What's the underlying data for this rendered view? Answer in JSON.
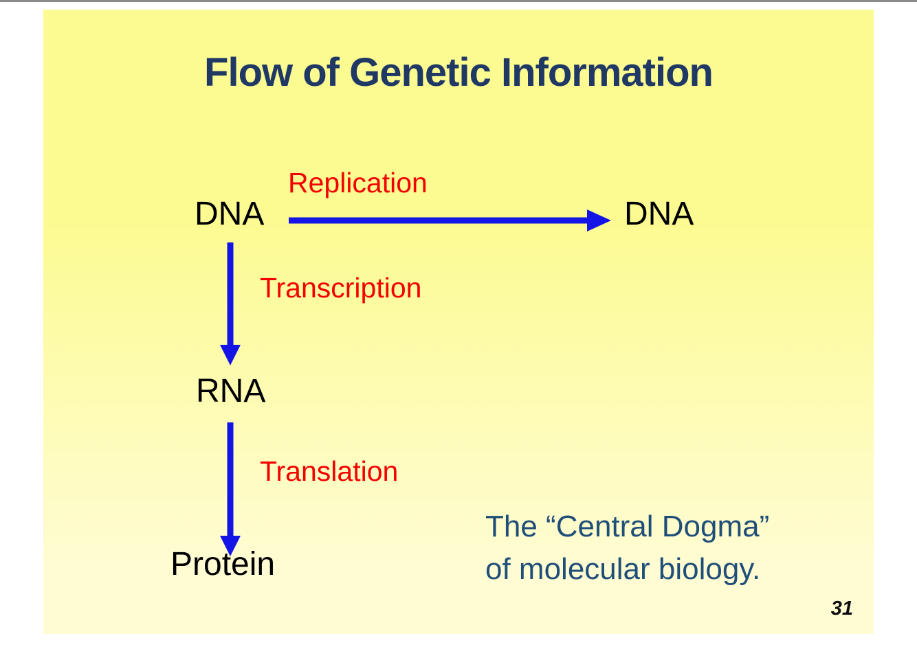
{
  "slide": {
    "title": "Flow of Genetic Information",
    "nodes": {
      "dna_left": "DNA",
      "dna_right": "DNA",
      "rna": "RNA",
      "protein": "Protein"
    },
    "process_labels": {
      "replication": "Replication",
      "transcription": "Transcription",
      "translation": "Translation"
    },
    "arrows": [
      {
        "name": "replication-arrow",
        "from": "DNA",
        "to": "DNA",
        "direction": "right"
      },
      {
        "name": "transcription-arrow",
        "from": "DNA",
        "to": "RNA",
        "direction": "down"
      },
      {
        "name": "translation-arrow",
        "from": "RNA",
        "to": "Protein",
        "direction": "down"
      }
    ],
    "caption": {
      "line1": "The “Central Dogma”",
      "line2": "of molecular biology."
    },
    "page_number": "31",
    "colors": {
      "title": "#1F3864",
      "process_label": "#F40000",
      "arrow": "#1414E6",
      "node_text": "#000000",
      "caption": "#1F4E79",
      "background_top": "#FCFB92",
      "background_bottom": "#FFFCD4"
    }
  }
}
